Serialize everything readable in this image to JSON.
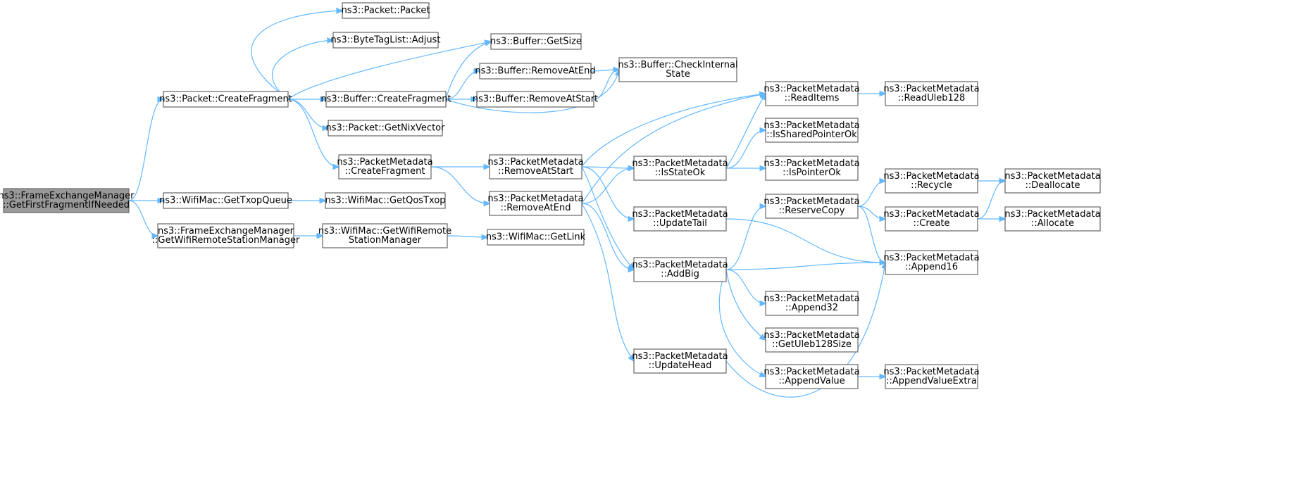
{
  "graph": {
    "root": "n_root",
    "colors": {
      "edge": "#63b8ff",
      "node_border": "#666666",
      "root_fill": "#999999"
    },
    "nodes": [
      {
        "id": "n_root",
        "lines": [
          "ns3::FrameExchangeManager",
          "::GetFirstFragmentIfNeeded"
        ]
      },
      {
        "id": "n_pkt_createfrag",
        "lines": [
          "ns3::Packet::CreateFragment"
        ]
      },
      {
        "id": "n_getTxopQueue",
        "lines": [
          "ns3::WifiMac::GetTxopQueue"
        ]
      },
      {
        "id": "n_fem_getwrsm",
        "lines": [
          "ns3::FrameExchangeManager",
          "::GetWifiRemoteStationManager"
        ]
      },
      {
        "id": "n_pkt_packet",
        "lines": [
          "ns3::Packet::Packet"
        ]
      },
      {
        "id": "n_btl_adjust",
        "lines": [
          "ns3::ByteTagList::Adjust"
        ]
      },
      {
        "id": "n_buf_createfrag",
        "lines": [
          "ns3::Buffer::CreateFragment"
        ]
      },
      {
        "id": "n_pkt_getnix",
        "lines": [
          "ns3::Packet::GetNixVector"
        ]
      },
      {
        "id": "n_pm_createfrag",
        "lines": [
          "ns3::PacketMetadata",
          "::CreateFragment"
        ]
      },
      {
        "id": "n_getQosTxop",
        "lines": [
          "ns3::WifiMac::GetQosTxop"
        ]
      },
      {
        "id": "n_wm_getwrsm",
        "lines": [
          "ns3::WifiMac::GetWifiRemote",
          "StationManager"
        ]
      },
      {
        "id": "n_buf_getsize",
        "lines": [
          "ns3::Buffer::GetSize"
        ]
      },
      {
        "id": "n_buf_removeatend",
        "lines": [
          "ns3::Buffer::RemoveAtEnd"
        ]
      },
      {
        "id": "n_buf_removeatstart",
        "lines": [
          "ns3::Buffer::RemoveAtStart"
        ]
      },
      {
        "id": "n_buf_checkinternal",
        "lines": [
          "ns3::Buffer::CheckInternal",
          "State"
        ]
      },
      {
        "id": "n_pm_removeatstart",
        "lines": [
          "ns3::PacketMetadata",
          "::RemoveAtStart"
        ]
      },
      {
        "id": "n_pm_removeatend",
        "lines": [
          "ns3::PacketMetadata",
          "::RemoveAtEnd"
        ]
      },
      {
        "id": "n_getLink",
        "lines": [
          "ns3::WifiMac::GetLink"
        ]
      },
      {
        "id": "n_pm_readitems",
        "lines": [
          "ns3::PacketMetadata",
          "::ReadItems"
        ]
      },
      {
        "id": "n_pm_issharedpointerok",
        "lines": [
          "ns3::PacketMetadata",
          "::IsSharedPointerOk"
        ]
      },
      {
        "id": "n_pm_isstateok",
        "lines": [
          "ns3::PacketMetadata",
          "::IsStateOk"
        ]
      },
      {
        "id": "n_pm_ispointerok",
        "lines": [
          "ns3::PacketMetadata",
          "::IsPointerOk"
        ]
      },
      {
        "id": "n_pm_updatetail",
        "lines": [
          "ns3::PacketMetadata",
          "::UpdateTail"
        ]
      },
      {
        "id": "n_pm_addbig",
        "lines": [
          "ns3::PacketMetadata",
          "::AddBig"
        ]
      },
      {
        "id": "n_pm_updatehead",
        "lines": [
          "ns3::PacketMetadata",
          "::UpdateHead"
        ]
      },
      {
        "id": "n_pm_readuleb128",
        "lines": [
          "ns3::PacketMetadata",
          "::ReadUleb128"
        ]
      },
      {
        "id": "n_pm_reservecopy",
        "lines": [
          "ns3::PacketMetadata",
          "::ReserveCopy"
        ]
      },
      {
        "id": "n_pm_append32",
        "lines": [
          "ns3::PacketMetadata",
          "::Append32"
        ]
      },
      {
        "id": "n_pm_getuleb128size",
        "lines": [
          "ns3::PacketMetadata",
          "::GetUleb128Size"
        ]
      },
      {
        "id": "n_pm_appendvalue",
        "lines": [
          "ns3::PacketMetadata",
          "::AppendValue"
        ]
      },
      {
        "id": "n_pm_recycle",
        "lines": [
          "ns3::PacketMetadata",
          "::Recycle"
        ]
      },
      {
        "id": "n_pm_create",
        "lines": [
          "ns3::PacketMetadata",
          "::Create"
        ]
      },
      {
        "id": "n_pm_append16",
        "lines": [
          "ns3::PacketMetadata",
          "::Append16"
        ]
      },
      {
        "id": "n_pm_appendvalueextra",
        "lines": [
          "ns3::PacketMetadata",
          "::AppendValueExtra"
        ]
      },
      {
        "id": "n_pm_deallocate",
        "lines": [
          "ns3::PacketMetadata",
          "::Deallocate"
        ]
      },
      {
        "id": "n_pm_allocate",
        "lines": [
          "ns3::PacketMetadata",
          "::Allocate"
        ]
      }
    ],
    "edges": [
      [
        "n_root",
        "n_pkt_createfrag"
      ],
      [
        "n_root",
        "n_getTxopQueue"
      ],
      [
        "n_root",
        "n_fem_getwrsm"
      ],
      [
        "n_pkt_createfrag",
        "n_pkt_packet"
      ],
      [
        "n_pkt_createfrag",
        "n_btl_adjust"
      ],
      [
        "n_pkt_createfrag",
        "n_buf_getsize"
      ],
      [
        "n_pkt_createfrag",
        "n_buf_createfrag"
      ],
      [
        "n_pkt_createfrag",
        "n_pkt_getnix"
      ],
      [
        "n_pkt_createfrag",
        "n_pm_createfrag"
      ],
      [
        "n_getTxopQueue",
        "n_getQosTxop"
      ],
      [
        "n_fem_getwrsm",
        "n_wm_getwrsm"
      ],
      [
        "n_wm_getwrsm",
        "n_getLink"
      ],
      [
        "n_buf_createfrag",
        "n_buf_getsize"
      ],
      [
        "n_buf_createfrag",
        "n_buf_removeatend"
      ],
      [
        "n_buf_createfrag",
        "n_buf_removeatstart"
      ],
      [
        "n_buf_createfrag",
        "n_buf_checkinternal"
      ],
      [
        "n_buf_removeatend",
        "n_buf_checkinternal"
      ],
      [
        "n_buf_removeatstart",
        "n_buf_checkinternal"
      ],
      [
        "n_pm_createfrag",
        "n_pm_removeatstart"
      ],
      [
        "n_pm_createfrag",
        "n_pm_removeatend"
      ],
      [
        "n_pm_removeatstart",
        "n_pm_readitems"
      ],
      [
        "n_pm_removeatstart",
        "n_pm_isstateok"
      ],
      [
        "n_pm_removeatstart",
        "n_pm_updatetail"
      ],
      [
        "n_pm_removeatstart",
        "n_pm_addbig"
      ],
      [
        "n_pm_removeatend",
        "n_pm_readitems"
      ],
      [
        "n_pm_removeatend",
        "n_pm_isstateok"
      ],
      [
        "n_pm_removeatend",
        "n_pm_addbig"
      ],
      [
        "n_pm_removeatend",
        "n_pm_updatehead"
      ],
      [
        "n_pm_isstateok",
        "n_pm_readitems"
      ],
      [
        "n_pm_isstateok",
        "n_pm_issharedpointerok"
      ],
      [
        "n_pm_isstateok",
        "n_pm_ispointerok"
      ],
      [
        "n_pm_readitems",
        "n_pm_readuleb128"
      ],
      [
        "n_pm_updatetail",
        "n_pm_append16"
      ],
      [
        "n_pm_addbig",
        "n_pm_reservecopy"
      ],
      [
        "n_pm_addbig",
        "n_pm_append16"
      ],
      [
        "n_pm_addbig",
        "n_pm_append32"
      ],
      [
        "n_pm_addbig",
        "n_pm_getuleb128size"
      ],
      [
        "n_pm_addbig",
        "n_pm_appendvalue"
      ],
      [
        "n_pm_updatehead",
        "n_pm_append16"
      ],
      [
        "n_pm_reservecopy",
        "n_pm_recycle"
      ],
      [
        "n_pm_reservecopy",
        "n_pm_create"
      ],
      [
        "n_pm_reservecopy",
        "n_pm_append16"
      ],
      [
        "n_pm_appendvalue",
        "n_pm_appendvalueextra"
      ],
      [
        "n_pm_recycle",
        "n_pm_deallocate"
      ],
      [
        "n_pm_create",
        "n_pm_deallocate"
      ],
      [
        "n_pm_create",
        "n_pm_allocate"
      ]
    ]
  }
}
